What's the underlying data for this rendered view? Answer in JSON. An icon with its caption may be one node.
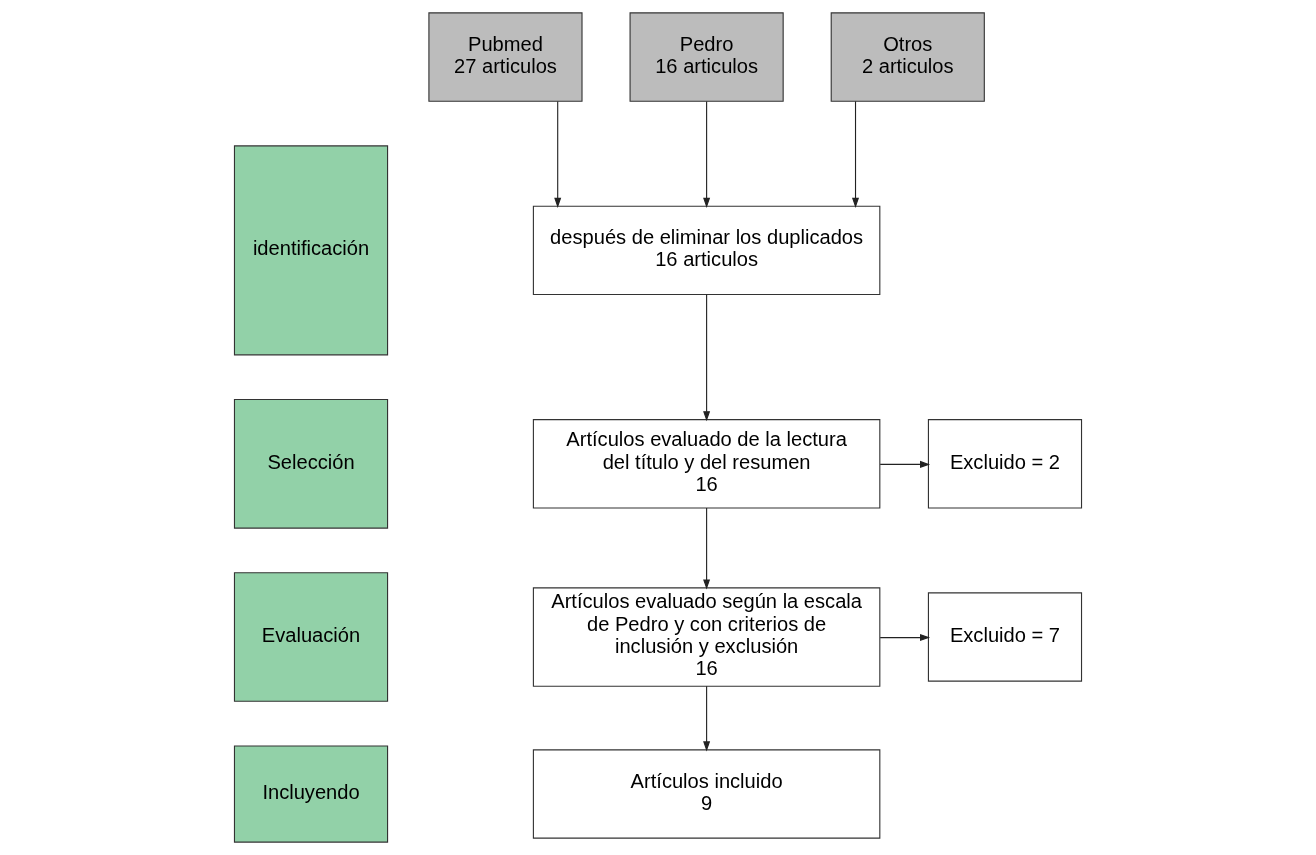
{
  "diagram": {
    "nodes": [
      {
        "text": [
          "identificación"
        ]
      },
      {
        "text": [
          "Selección"
        ]
      },
      {
        "text": [
          "Evaluación"
        ]
      },
      {
        "text": [
          "Incluyendo"
        ]
      },
      {
        "text": [
          "Pubmed",
          "27 articulos"
        ]
      },
      {
        "text": [
          "Pedro",
          "16 articulos"
        ]
      },
      {
        "text": [
          "Otros",
          "2 articulos"
        ]
      },
      {
        "text": [
          "después de eliminar los duplicados",
          "16 articulos"
        ]
      },
      {
        "text": [
          "Artículos evaluado de la lectura del título y del resumen",
          "16"
        ]
      },
      {
        "text": [
          "Excluido = 2"
        ]
      },
      {
        "text": [
          "Artículos evaluado según la escala de Pedro y con criterios de inclusión y exclusión",
          "16"
        ]
      },
      {
        "text": [
          "Excluido = 7"
        ]
      },
      {
        "text": [
          "Artículos incluido",
          "9"
        ]
      }
    ],
    "edges": [
      {
        "from": 4,
        "to": 7,
        "arrow": "to"
      },
      {
        "from": 5,
        "to": 7,
        "arrow": "to"
      },
      {
        "from": 6,
        "to": 7,
        "arrow": "to"
      },
      {
        "from": 7,
        "to": 8,
        "arrow": "to"
      },
      {
        "from": 8,
        "to": 9,
        "arrow": "to"
      },
      {
        "from": 8,
        "to": 10,
        "arrow": "to"
      },
      {
        "from": 10,
        "to": 11,
        "arrow": "to"
      },
      {
        "from": 10,
        "to": 12,
        "arrow": "to"
      }
    ]
  }
}
